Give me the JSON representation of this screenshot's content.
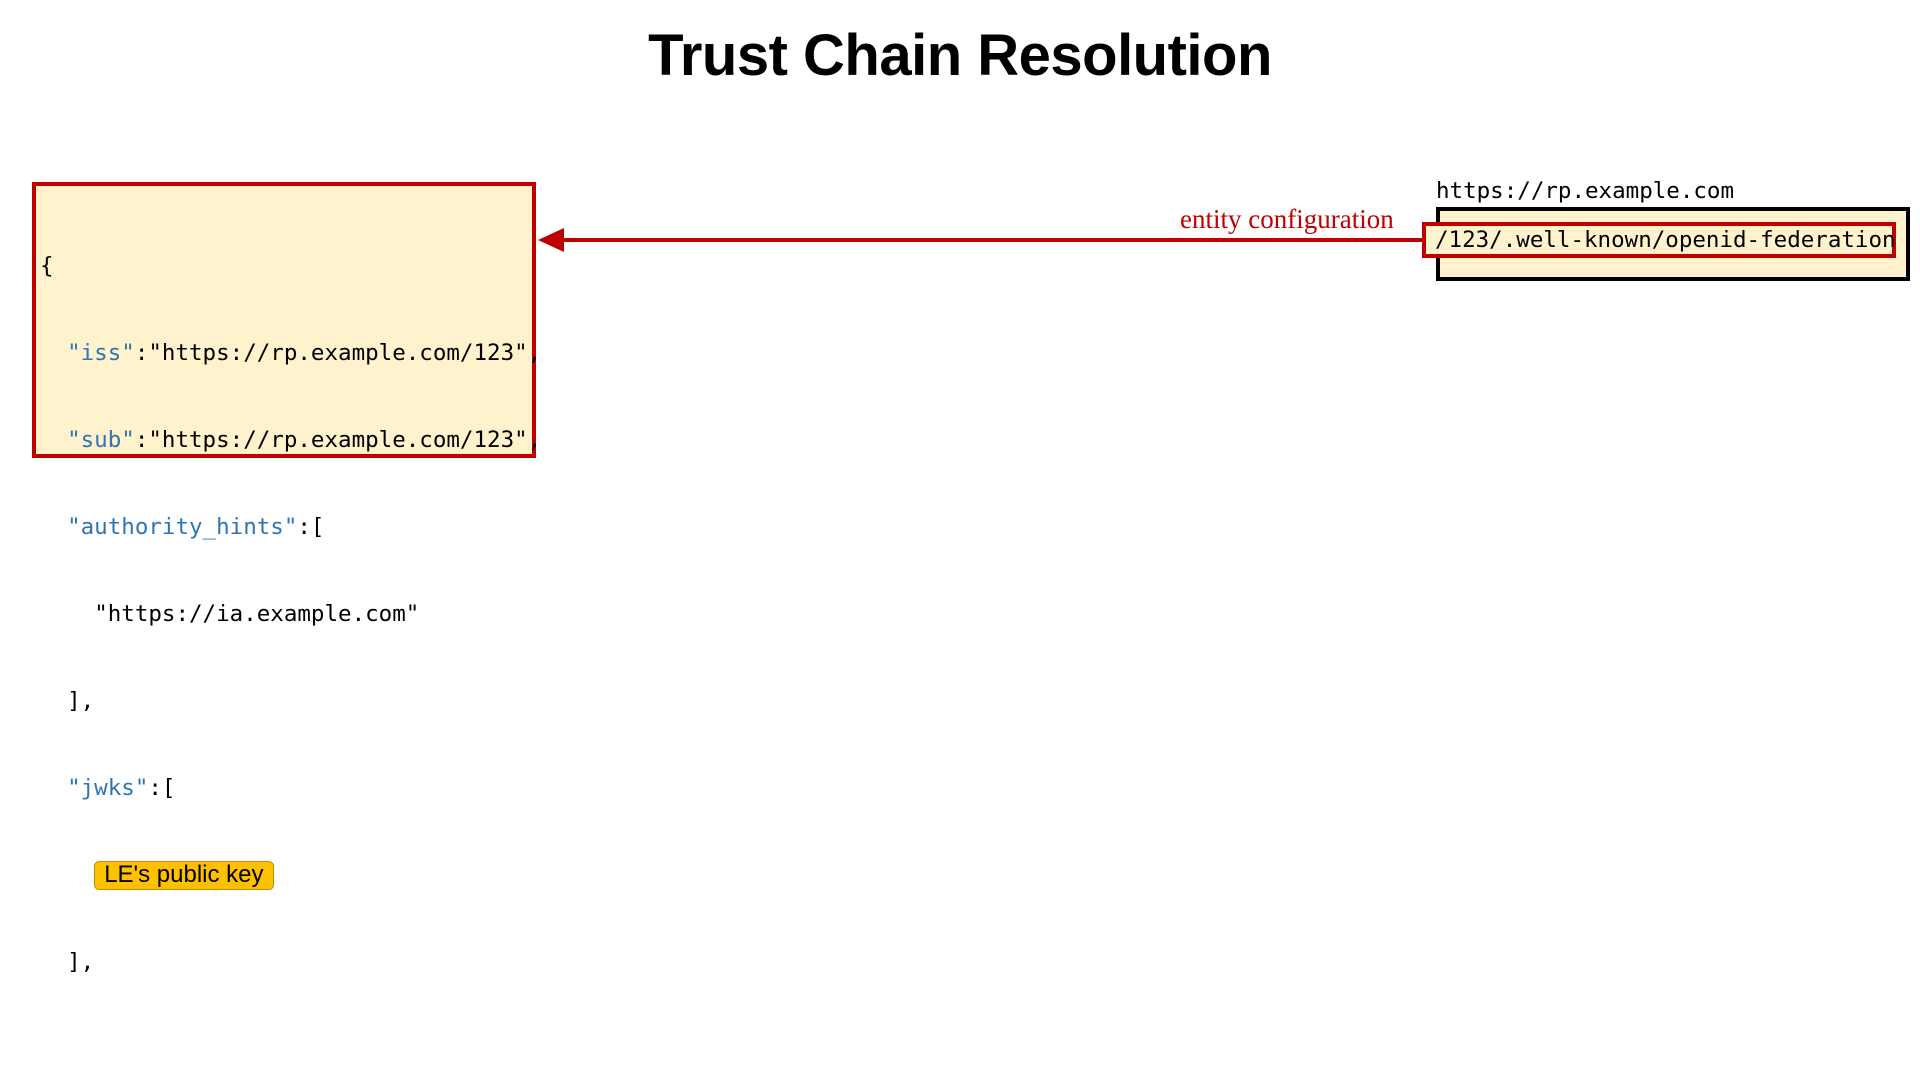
{
  "title": "Trust Chain Resolution",
  "entity_statement": {
    "open_brace": "{",
    "iss_key": "\"iss\"",
    "iss_value": ":\"https://rp.example.com/123\",",
    "sub_key": "\"sub\"",
    "sub_value": ":\"https://rp.example.com/123\",",
    "authority_hints_key": "\"authority_hints\"",
    "authority_hints_open": ":[",
    "authority_hint_0": "\"https://ia.example.com\"",
    "authority_hints_close": "],",
    "jwks_key": "\"jwks\"",
    "jwks_open": ":[",
    "public_key_label": "LE's public key",
    "jwks_close": "],"
  },
  "server": {
    "host": "https://rp.example.com",
    "endpoint": "/123/.well-known/openid-federation"
  },
  "arrow": {
    "label": "entity configuration",
    "color": "#c00000"
  },
  "colors": {
    "box_fill": "#fff2cc",
    "highlight_border": "#c00000",
    "json_key": "#2e75b6",
    "key_badge": "#ffc000"
  }
}
